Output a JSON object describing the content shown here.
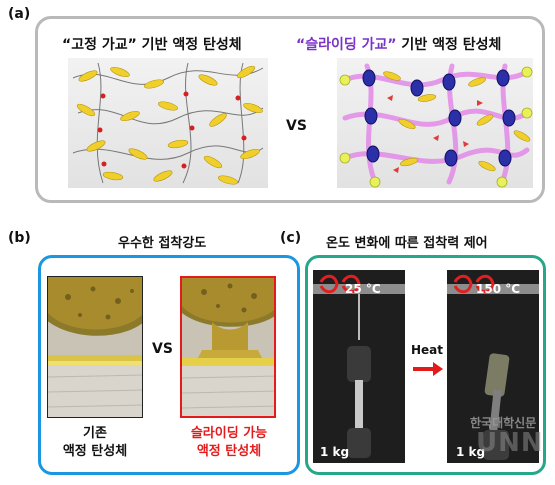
{
  "panel_a": {
    "label": "(a)",
    "left_quote_open": "“",
    "left_highlight": "고정 가교",
    "left_quote_close": "”",
    "left_suffix": " 기반 액정 탄성체",
    "right_quote_open": "“",
    "right_highlight": "슬라이딩 가교",
    "right_quote_close": "”",
    "right_suffix": " 기반 액정 탄성체",
    "vs": "VS"
  },
  "panel_b": {
    "label": "(b)",
    "title": "우수한 접착강도",
    "vs": "VS",
    "left_caption_line1": "기존",
    "left_caption_line2": "액정 탄성체",
    "right_caption_line1": "슬라이딩 가능",
    "right_caption_line2": "액정 탄성체"
  },
  "panel_c": {
    "label": "(c)",
    "title": "온도 변화에 따른 접착력 제어",
    "temp_left": "25 °C",
    "temp_right": "150 °C",
    "weight_left": "1 kg",
    "weight_right": "1 kg",
    "heat_label": "Heat"
  },
  "watermark": {
    "line1": "한국대학신문",
    "line2": "UNN"
  },
  "colors": {
    "blue_frame": "#1a97e0",
    "green_frame": "#27a78a",
    "gray_frame": "#b9b9b9",
    "purple_text": "#7a33c8",
    "red": "#e41b1b"
  }
}
